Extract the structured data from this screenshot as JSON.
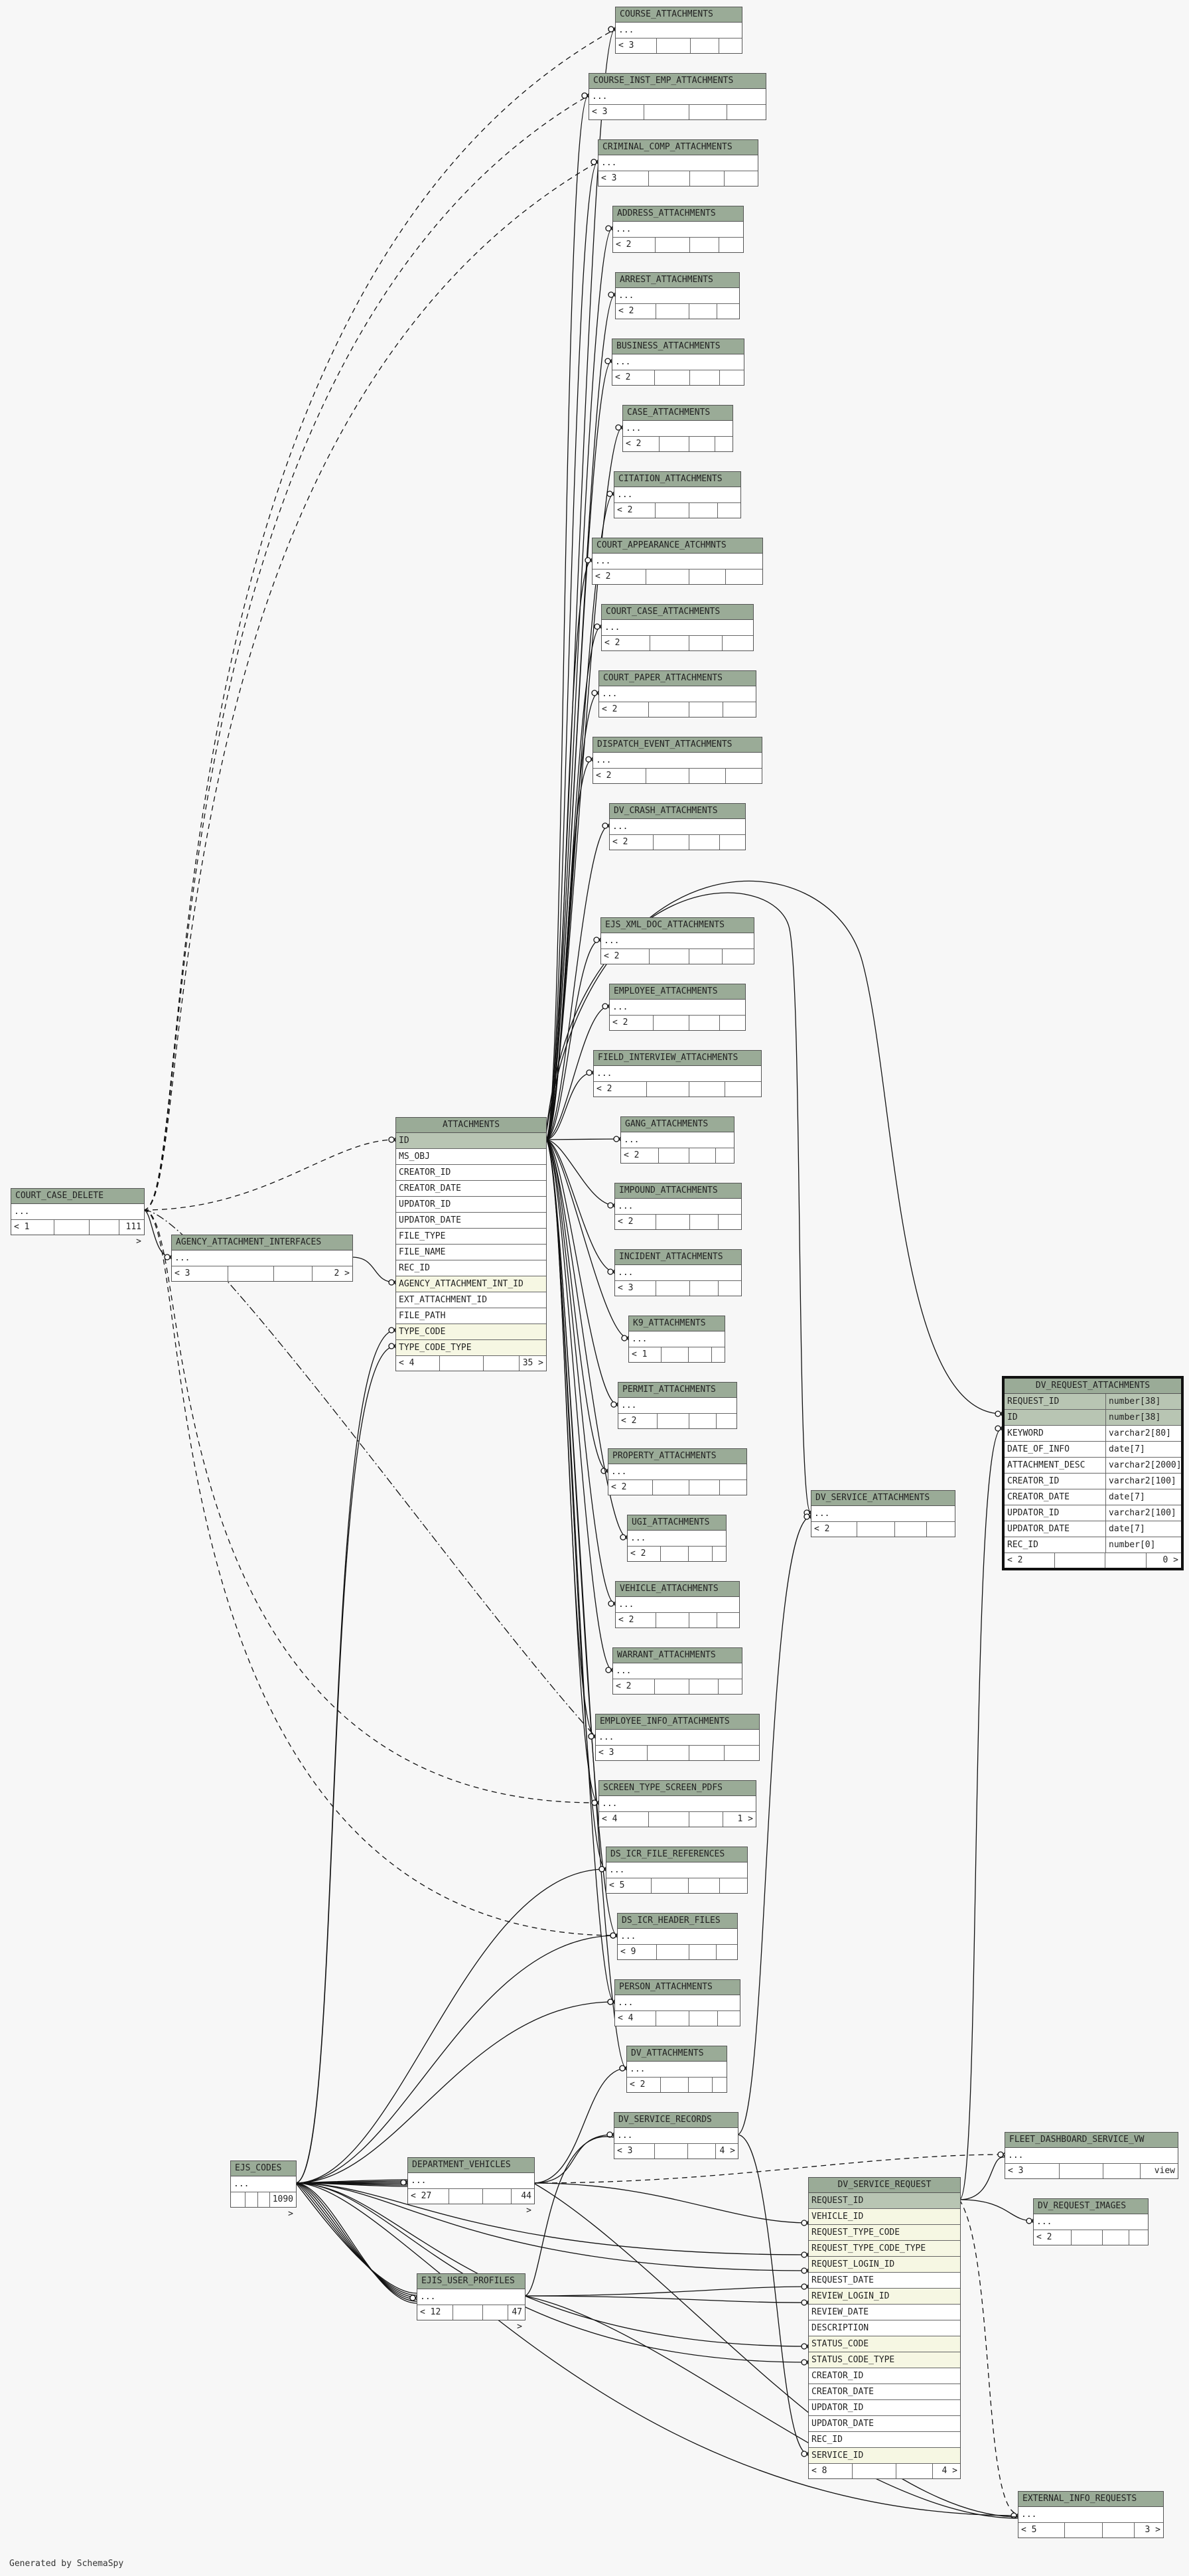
{
  "diagram": {
    "generated_by": "Generated by SchemaSpy",
    "ellipsis": "...",
    "tables": [
      {
        "id": "course_attachments",
        "name": "COURSE_ATTACHMENTS",
        "children": "< 3",
        "parents": ""
      },
      {
        "id": "course_inst_emp_attachments",
        "name": "COURSE_INST_EMP_ATTACHMENTS",
        "children": "< 3",
        "parents": ""
      },
      {
        "id": "criminal_comp_attachments",
        "name": "CRIMINAL_COMP_ATTACHMENTS",
        "children": "< 3",
        "parents": ""
      },
      {
        "id": "address_attachments",
        "name": "ADDRESS_ATTACHMENTS",
        "children": "< 2",
        "parents": ""
      },
      {
        "id": "arrest_attachments",
        "name": "ARREST_ATTACHMENTS",
        "children": "< 2",
        "parents": ""
      },
      {
        "id": "business_attachments",
        "name": "BUSINESS_ATTACHMENTS",
        "children": "< 2",
        "parents": ""
      },
      {
        "id": "case_attachments",
        "name": "CASE_ATTACHMENTS",
        "children": "< 2",
        "parents": ""
      },
      {
        "id": "citation_attachments",
        "name": "CITATION_ATTACHMENTS",
        "children": "< 2",
        "parents": ""
      },
      {
        "id": "court_appearance_atchmnts",
        "name": "COURT_APPEARANCE_ATCHMNTS",
        "children": "< 2",
        "parents": ""
      },
      {
        "id": "court_case_attachments",
        "name": "COURT_CASE_ATTACHMENTS",
        "children": "< 2",
        "parents": ""
      },
      {
        "id": "court_paper_attachments",
        "name": "COURT_PAPER_ATTACHMENTS",
        "children": "< 2",
        "parents": ""
      },
      {
        "id": "dispatch_event_attachments",
        "name": "DISPATCH_EVENT_ATTACHMENTS",
        "children": "< 2",
        "parents": ""
      },
      {
        "id": "dv_crash_attachments",
        "name": "DV_CRASH_ATTACHMENTS",
        "children": "< 2",
        "parents": ""
      },
      {
        "id": "ejs_xml_doc_attachments",
        "name": "EJS_XML_DOC_ATTACHMENTS",
        "children": "< 2",
        "parents": ""
      },
      {
        "id": "employee_attachments",
        "name": "EMPLOYEE_ATTACHMENTS",
        "children": "< 2",
        "parents": ""
      },
      {
        "id": "field_interview_attachments",
        "name": "FIELD_INTERVIEW_ATTACHMENTS",
        "children": "< 2",
        "parents": ""
      },
      {
        "id": "gang_attachments",
        "name": "GANG_ATTACHMENTS",
        "children": "< 2",
        "parents": ""
      },
      {
        "id": "impound_attachments",
        "name": "IMPOUND_ATTACHMENTS",
        "children": "< 2",
        "parents": ""
      },
      {
        "id": "incident_attachments",
        "name": "INCIDENT_ATTACHMENTS",
        "children": "< 3",
        "parents": ""
      },
      {
        "id": "k9_attachments",
        "name": "K9_ATTACHMENTS",
        "children": "< 1",
        "parents": ""
      },
      {
        "id": "permit_attachments",
        "name": "PERMIT_ATTACHMENTS",
        "children": "< 2",
        "parents": ""
      },
      {
        "id": "property_attachments",
        "name": "PROPERTY_ATTACHMENTS",
        "children": "< 2",
        "parents": ""
      },
      {
        "id": "ugi_attachments",
        "name": "UGI_ATTACHMENTS",
        "children": "< 2",
        "parents": ""
      },
      {
        "id": "vehicle_attachments",
        "name": "VEHICLE_ATTACHMENTS",
        "children": "< 2",
        "parents": ""
      },
      {
        "id": "warrant_attachments",
        "name": "WARRANT_ATTACHMENTS",
        "children": "< 2",
        "parents": ""
      },
      {
        "id": "employee_info_attachments",
        "name": "EMPLOYEE_INFO_ATTACHMENTS",
        "children": "< 3",
        "parents": ""
      },
      {
        "id": "screen_type_screen_pdfs",
        "name": "SCREEN_TYPE_SCREEN_PDFS",
        "children": "< 4",
        "parents": "1 >"
      },
      {
        "id": "ds_icr_file_references",
        "name": "DS_ICR_FILE_REFERENCES",
        "children": "< 5",
        "parents": ""
      },
      {
        "id": "ds_icr_header_files",
        "name": "DS_ICR_HEADER_FILES",
        "children": "< 9",
        "parents": ""
      },
      {
        "id": "person_attachments",
        "name": "PERSON_ATTACHMENTS",
        "children": "< 4",
        "parents": ""
      },
      {
        "id": "dv_attachments",
        "name": "DV_ATTACHMENTS",
        "children": "< 2",
        "parents": ""
      },
      {
        "id": "dv_service_records",
        "name": "DV_SERVICE_RECORDS",
        "children": "< 3",
        "parents": "4 >"
      },
      {
        "id": "dv_service_attachments",
        "name": "DV_SERVICE_ATTACHMENTS",
        "children": "< 2",
        "parents": ""
      },
      {
        "id": "court_case_delete",
        "name": "COURT_CASE_DELETE",
        "children": "< 1",
        "parents": "111 >"
      },
      {
        "id": "agency_attachment_interfaces",
        "name": "AGENCY_ATTACHMENT_INTERFACES",
        "children": "< 3",
        "parents": "2 >"
      },
      {
        "id": "ejs_codes",
        "name": "EJS_CODES",
        "children": "",
        "parents": "1090 >"
      },
      {
        "id": "department_vehicles",
        "name": "DEPARTMENT_VEHICLES",
        "children": "< 27",
        "parents": "44 >"
      },
      {
        "id": "ejis_user_profiles",
        "name": "EJIS_USER_PROFILES",
        "children": "< 12",
        "parents": "47 >"
      },
      {
        "id": "fleet_dashboard_service_vw",
        "name": "FLEET_DASHBOARD_SERVICE_VW",
        "children": "< 3",
        "parents": "view"
      },
      {
        "id": "dv_request_images",
        "name": "DV_REQUEST_IMAGES",
        "children": "< 2",
        "parents": ""
      },
      {
        "id": "external_info_requests",
        "name": "EXTERNAL_INFO_REQUESTS",
        "children": "< 5",
        "parents": "3 >"
      }
    ],
    "attachments": {
      "name": "ATTACHMENTS",
      "columns": [
        "ID",
        "MS_OBJ",
        "CREATOR_ID",
        "CREATOR_DATE",
        "UPDATOR_ID",
        "UPDATOR_DATE",
        "FILE_TYPE",
        "FILE_NAME",
        "REC_ID",
        "AGENCY_ATTACHMENT_INT_ID",
        "EXT_ATTACHMENT_ID",
        "FILE_PATH",
        "TYPE_CODE",
        "TYPE_CODE_TYPE"
      ],
      "children": "< 4",
      "parents": "35 >"
    },
    "dv_service_request": {
      "name": "DV_SERVICE_REQUEST",
      "columns": [
        "REQUEST_ID",
        "VEHICLE_ID",
        "REQUEST_TYPE_CODE",
        "REQUEST_TYPE_CODE_TYPE",
        "REQUEST_LOGIN_ID",
        "REQUEST_DATE",
        "REVIEW_LOGIN_ID",
        "REVIEW_DATE",
        "DESCRIPTION",
        "STATUS_CODE",
        "STATUS_CODE_TYPE",
        "CREATOR_ID",
        "CREATOR_DATE",
        "UPDATOR_ID",
        "UPDATOR_DATE",
        "REC_ID",
        "SERVICE_ID"
      ],
      "children": "< 8",
      "parents": "4 >"
    },
    "dv_request_attachments": {
      "name": "DV_REQUEST_ATTACHMENTS",
      "columns": [
        {
          "name": "REQUEST_ID",
          "type": "number[38]"
        },
        {
          "name": "ID",
          "type": "number[38]"
        },
        {
          "name": "KEYWORD",
          "type": "varchar2[80]"
        },
        {
          "name": "DATE_OF_INFO",
          "type": "date[7]"
        },
        {
          "name": "ATTACHMENT_DESC",
          "type": "varchar2[2000]"
        },
        {
          "name": "CREATOR_ID",
          "type": "varchar2[100]"
        },
        {
          "name": "CREATOR_DATE",
          "type": "date[7]"
        },
        {
          "name": "UPDATOR_ID",
          "type": "varchar2[100]"
        },
        {
          "name": "UPDATOR_DATE",
          "type": "date[7]"
        },
        {
          "name": "REC_ID",
          "type": "number[0]"
        }
      ],
      "children": "< 2",
      "parents": "0 >"
    }
  }
}
